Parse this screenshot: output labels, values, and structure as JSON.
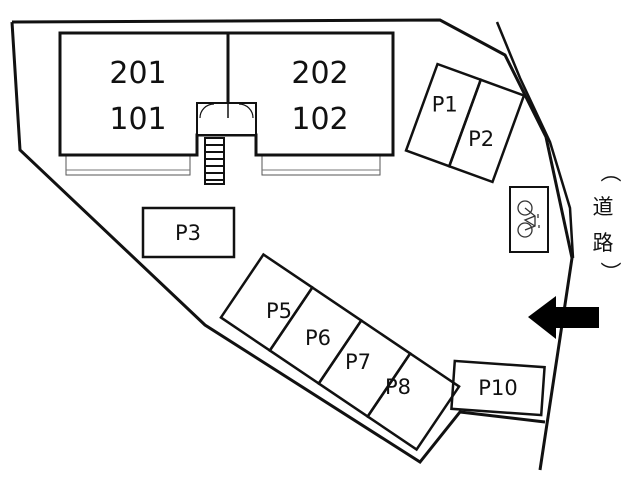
{
  "building": {
    "units_left": [
      "201",
      "101"
    ],
    "units_right": [
      "202",
      "102"
    ]
  },
  "parking": {
    "p1": "P1",
    "p2": "P2",
    "p3": "P3",
    "p5": "P5",
    "p6": "P6",
    "p7": "P7",
    "p8": "P8",
    "p10": "P10"
  },
  "road": {
    "paren_open": "（",
    "char1": "道",
    "char2": "路",
    "paren_close": "）"
  },
  "icons": {
    "bicycle": "bicycle-icon",
    "entrance_arrow": "arrow-left-icon"
  },
  "colors": {
    "ink": "#111111",
    "background": "#ffffff"
  }
}
